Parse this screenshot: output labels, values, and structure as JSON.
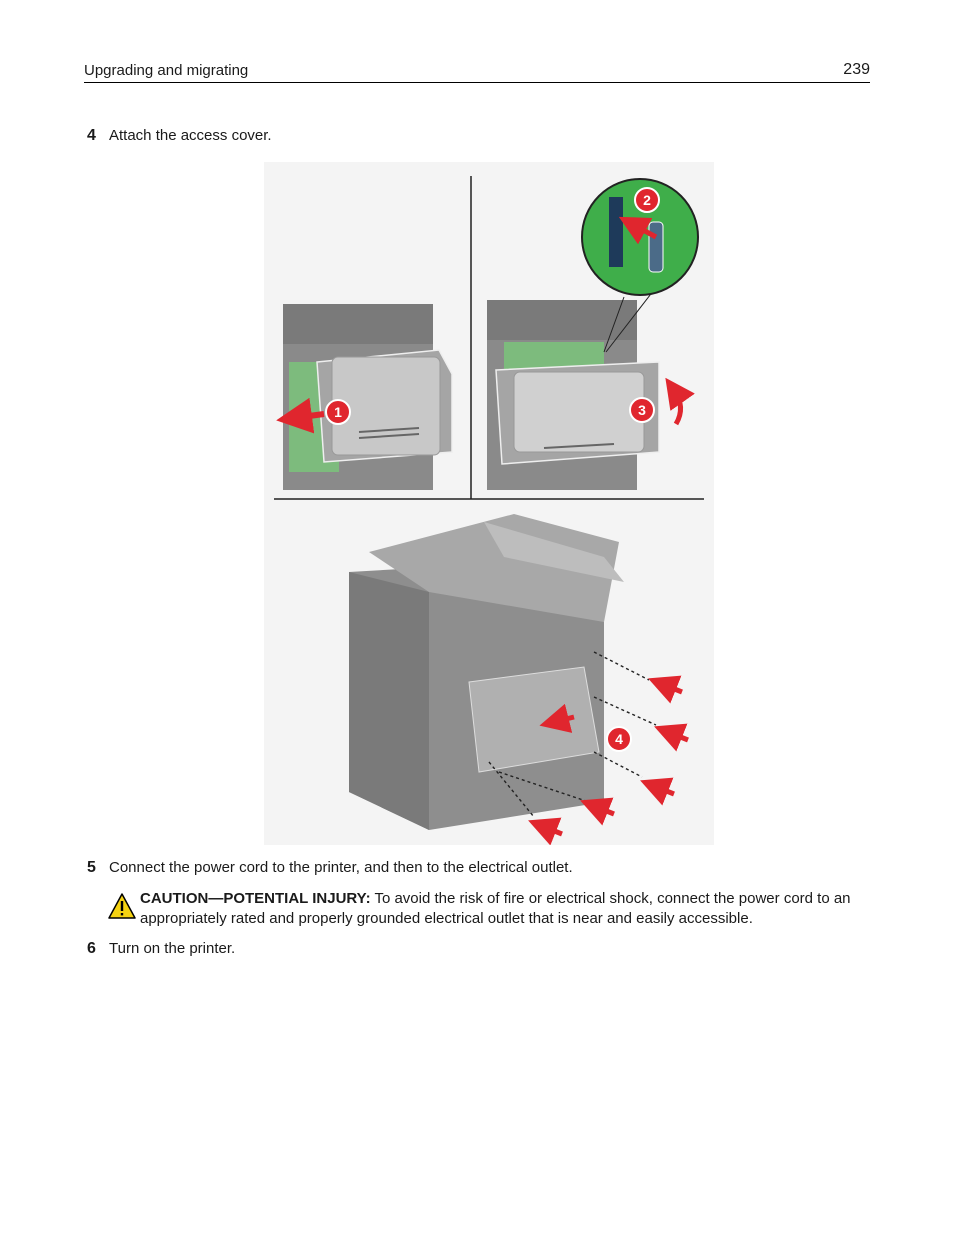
{
  "header": {
    "section": "Upgrading and migrating",
    "page_number": "239"
  },
  "steps": [
    {
      "number": "4",
      "text": "Attach the access cover."
    },
    {
      "number": "5",
      "text": "Connect the power cord to the printer, and then to the electrical outlet."
    },
    {
      "number": "6",
      "text": "Turn on the printer."
    }
  ],
  "figure": {
    "callouts": [
      "1",
      "2",
      "3",
      "4"
    ]
  },
  "caution": {
    "label": "CAUTION—POTENTIAL INJURY:",
    "text": " To avoid the risk of fire or electrical shock, connect the power cord to an appropriately rated and properly grounded electrical outlet that is near and easily accessible."
  },
  "colors": {
    "callout_red": "#e0262e",
    "board_green": "#4caf50",
    "printer_gray": "#8e8e8e",
    "warning_yellow": "#f5d312"
  }
}
